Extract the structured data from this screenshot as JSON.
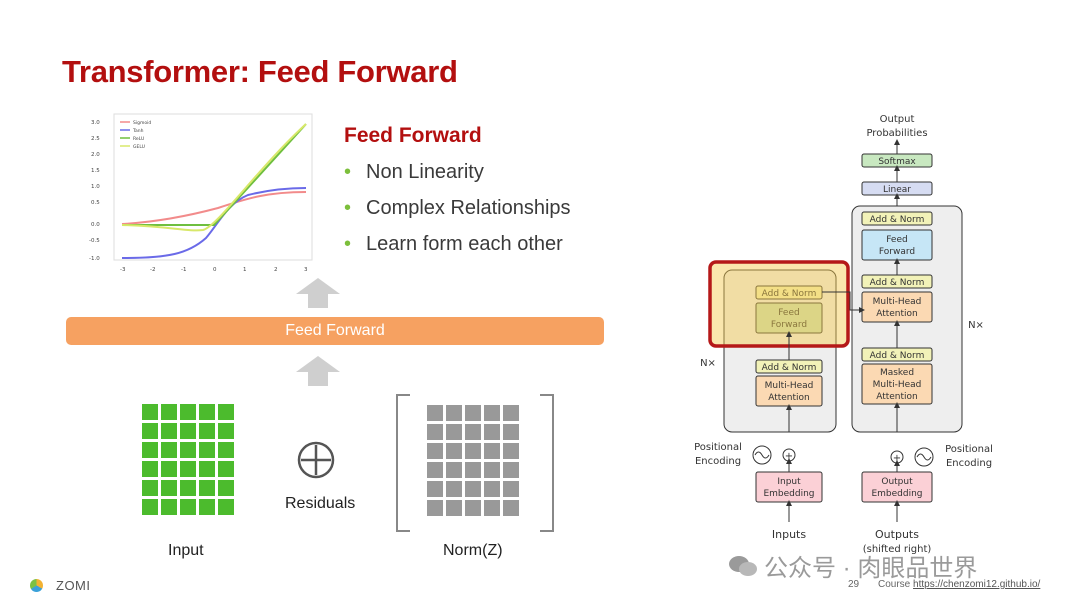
{
  "slide": {
    "title": "Transformer: Feed Forward",
    "heading": "Feed Forward",
    "bullets": [
      "Non Linearity",
      "Complex Relationships",
      "Learn form each other"
    ],
    "bar_label": "Feed Forward",
    "input_label": "Input",
    "residuals_label": "Residuals",
    "norm_label": "Norm(Z)"
  },
  "activation_chart": {
    "legend": [
      "Sigmoid",
      "Tanh",
      "ReLU",
      "GELU"
    ],
    "y_ticks": [
      "3.0",
      "2.5",
      "2.0",
      "1.5",
      "1.0",
      "0.5",
      "0.0",
      "-0.5",
      "-1.0"
    ],
    "x_ticks": [
      "-3",
      "-2",
      "-1",
      "0",
      "1",
      "2",
      "3"
    ],
    "colors": {
      "sigmoid": "#f28b8b",
      "tanh": "#6a6ae8",
      "relu": "#6fbf3f",
      "gelu": "#d8e86a"
    }
  },
  "diagram": {
    "output_probabilities": [
      "Output",
      "Probabilities"
    ],
    "softmax": "Softmax",
    "linear": "Linear",
    "add_norm": "Add & Norm",
    "feed_forward": [
      "Feed",
      "Forward"
    ],
    "multi_head_attention": [
      "Multi-Head",
      "Attention"
    ],
    "masked_multi_head_attention": [
      "Masked",
      "Multi-Head",
      "Attention"
    ],
    "nx": "N×",
    "positional_encoding": [
      "Positional",
      "Encoding"
    ],
    "input_embedding": [
      "Input",
      "Embedding"
    ],
    "output_embedding": [
      "Output",
      "Embedding"
    ],
    "inputs": "Inputs",
    "outputs": [
      "Outputs",
      "(shifted right)"
    ]
  },
  "footer": {
    "brand": "ZOMI",
    "page": "29",
    "course_prefix": "Course ",
    "course_url": "https://chenzomi12.github.io/",
    "watermark": "公众号 · 肉眼品世界"
  }
}
